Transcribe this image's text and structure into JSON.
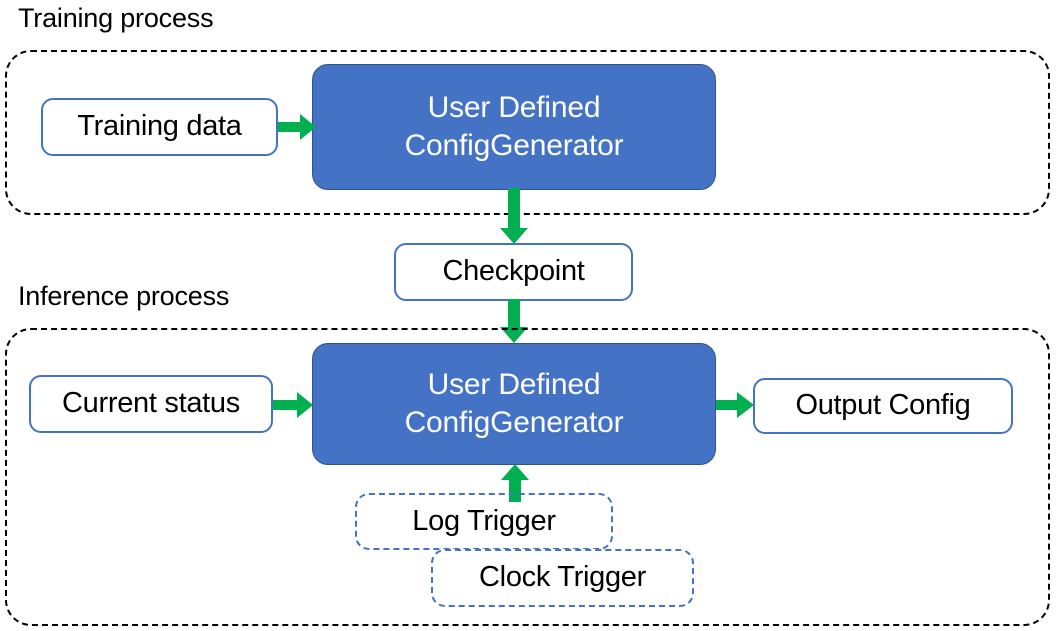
{
  "diagram": {
    "title_training": "Training process",
    "title_inference": "Inference process",
    "colors": {
      "accent_blue": "#4472C4",
      "blue_border": "#2F528F",
      "arrow_green": "#00B050",
      "container_dash": "#000000",
      "node_text": "#000000",
      "blue_node_text": "#FFFFFF",
      "background": "#FFFFFF"
    }
  },
  "training_process": {
    "label": "Training process",
    "nodes": {
      "training_data": {
        "label": "Training data",
        "style": "solid-blue-outline"
      },
      "generator": {
        "line1": "User Defined",
        "line2": "ConfigGenerator",
        "style": "filled-blue"
      }
    },
    "edges": [
      {
        "from": "training_data",
        "to": "generator",
        "direction": "right",
        "color": "#00B050"
      },
      {
        "from": "generator",
        "to": "checkpoint",
        "direction": "down",
        "color": "#00B050"
      }
    ]
  },
  "checkpoint": {
    "label": "Checkpoint",
    "style": "solid-blue-outline"
  },
  "inference_process": {
    "label": "Inference process",
    "nodes": {
      "current_status": {
        "label": "Current status",
        "style": "solid-blue-outline"
      },
      "generator": {
        "line1": "User Defined",
        "line2": "ConfigGenerator",
        "style": "filled-blue"
      },
      "output_config": {
        "label": "Output Config",
        "style": "solid-blue-outline"
      },
      "log_trigger": {
        "label": "Log Trigger",
        "style": "dashed-blue-outline"
      },
      "clock_trigger": {
        "label": "Clock Trigger",
        "style": "dashed-blue-outline"
      }
    },
    "edges": [
      {
        "from": "checkpoint",
        "to": "generator",
        "direction": "down",
        "color": "#00B050"
      },
      {
        "from": "current_status",
        "to": "generator",
        "direction": "right",
        "color": "#00B050"
      },
      {
        "from": "generator",
        "to": "output_config",
        "direction": "right",
        "color": "#00B050"
      },
      {
        "from": "triggers",
        "to": "generator",
        "direction": "up",
        "color": "#00B050"
      }
    ]
  }
}
